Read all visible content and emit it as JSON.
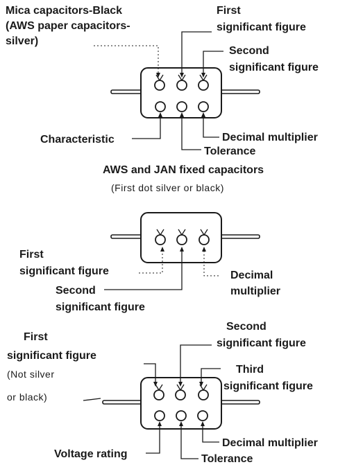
{
  "diagram1": {
    "mica_line1": "Mica capacitors-Black",
    "mica_line2": "(AWS paper capacitors-",
    "mica_line3": "silver)",
    "first_sig_line1": "First",
    "first_sig_line2": "significant figure",
    "second_sig_line1": "Second",
    "second_sig_line2": "significant figure",
    "characteristic": "Characteristic",
    "decimal_multiplier": "Decimal multiplier",
    "tolerance": "Tolerance",
    "caption_line1": "AWS and JAN fixed capacitors",
    "caption_line2": "(First dot silver or black)"
  },
  "diagram2": {
    "first_sig_line1": "First",
    "first_sig_line2": "significant figure",
    "second_sig_line1": "Second",
    "second_sig_line2": "significant figure",
    "decimal_line1": "Decimal",
    "decimal_line2": "multiplier"
  },
  "diagram3": {
    "first_sig_line1": "First",
    "first_sig_line2": "significant figure",
    "not_silver_line1": "(Not silver",
    "not_silver_line2": "or black)",
    "second_sig_line1": "Second",
    "second_sig_line2": "significant figure",
    "third_sig_line1": "Third",
    "third_sig_line2": "significant figure",
    "decimal_multiplier": "Decimal multiplier",
    "voltage_rating": "Voltage rating",
    "tolerance": "Tolerance"
  }
}
